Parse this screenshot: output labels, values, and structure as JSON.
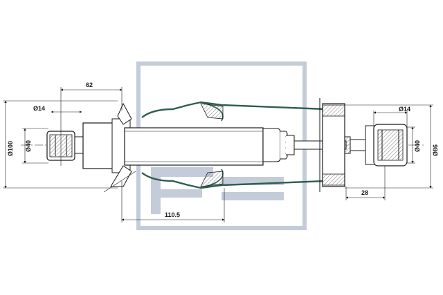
{
  "dimensions": {
    "left_eye_offset": "62",
    "left_bolt_diameter": "Ø14",
    "left_eye_diameter": "Ø40",
    "left_body_diameter": "Ø100",
    "right_bolt_diameter": "Ø14",
    "right_eye_diameter": "Ø40",
    "right_body_diameter": "Ø86",
    "bottom_length": "110.5",
    "right_offset": "28"
  },
  "colors": {
    "line": "#1a1a1a",
    "bellows": "#2d5e4e",
    "watermark": "#c4ccda",
    "hatch": "#555555"
  }
}
